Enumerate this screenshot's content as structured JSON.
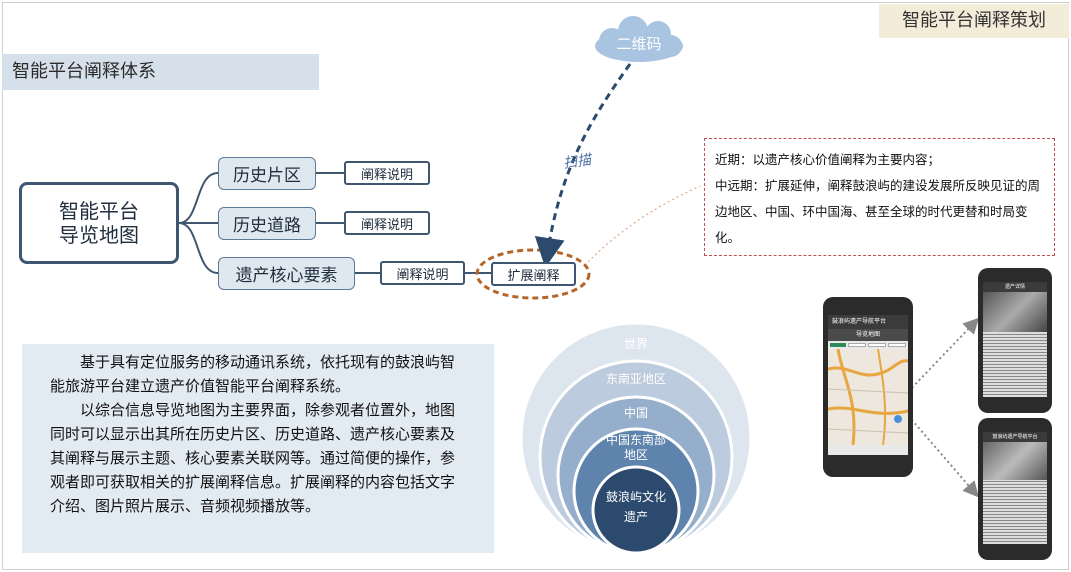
{
  "header": {
    "tag": "智能平台阐释策划"
  },
  "section": {
    "title": "智能平台阐释体系"
  },
  "mindmap": {
    "root": "智能平台\n导览地图",
    "branches": [
      {
        "label": "历史片区",
        "leaf": "阐释说明"
      },
      {
        "label": "历史道路",
        "leaf": "阐释说明"
      },
      {
        "label": "遗产核心要素",
        "leaf": "阐释说明",
        "extension": "扩展阐释"
      }
    ],
    "qr": "二维码",
    "scan": "扫描"
  },
  "info": {
    "lines": [
      "近期：以遗产核心价值阐释为主要内容；",
      "中远期：扩展延伸，阐释鼓浪屿的建设发展所反映见证的周边地区、中国、环中国海、甚至全球的时代更替和时局变化。"
    ]
  },
  "description": {
    "paragraphs": [
      "基于具有定位服务的移动通讯系统，依托现有的鼓浪屿智能旅游平台建立遗产价值智能平台阐释系统。",
      "以综合信息导览地图为主要界面，除参观者位置外，地图同时可以显示出其所在历史片区、历史道路、遗产核心要素及其阐释与展示主题、核心要素关联网等。通过简便的操作，参观者即可获取相关的扩展阐释信息。扩展阐释的内容包括文字介绍、图片照片展示、音频视频播放等。"
    ]
  },
  "rings": {
    "labels": [
      "世界",
      "东南亚地区",
      "中国",
      "中国东南部地区",
      "鼓浪屿文化遗产"
    ],
    "colors": [
      "#dde5ef",
      "#bccbdd",
      "#95aecb",
      "#5e84ad",
      "#2c4a6e"
    ]
  },
  "phones": {
    "main_title": "鼓浪屿遗产导航平台",
    "map_tab": "导览地图",
    "detail_title": "遗产详情"
  },
  "colors": {
    "accent": "#3f5670",
    "extension_ring": "#b5652a",
    "info_border": "#c0504d",
    "scan_arrow": "#2c4a6e"
  }
}
